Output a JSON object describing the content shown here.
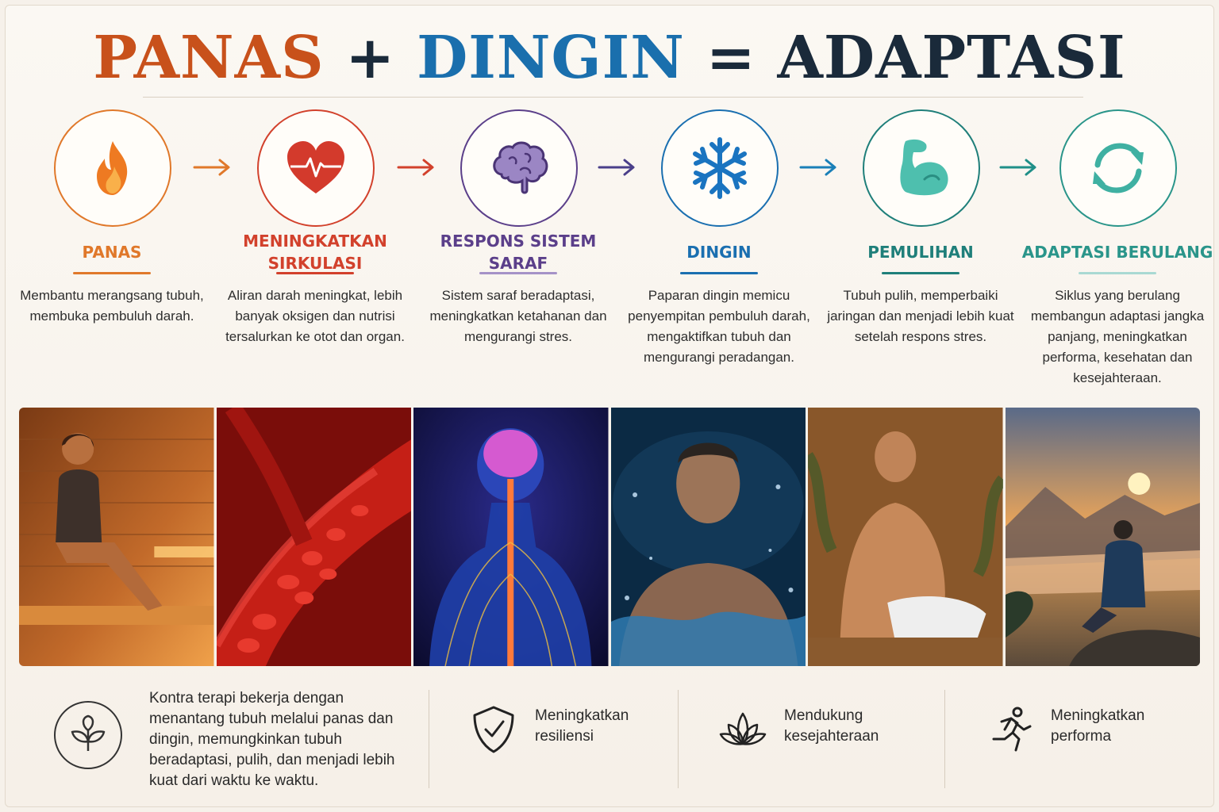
{
  "title": {
    "part1": "PANAS",
    "op1": "+",
    "part2": "DINGIN",
    "op2": "=",
    "part3": "ADAPTASI"
  },
  "colors": {
    "heat": "#c8511b",
    "cold": "#1a6fad",
    "dark": "#1a2a3a"
  },
  "steps": [
    {
      "icon": "flame-icon",
      "color": "#e0782a",
      "title": "PANAS",
      "desc": "Membantu merangsang tubuh, membuka pembuluh darah."
    },
    {
      "icon": "heart-pulse-icon",
      "color": "#d2412c",
      "title": "MENINGKATKAN SIRKULASI",
      "desc": "Aliran darah meningkat, lebih banyak oksigen dan nutrisi tersalurkan ke otot dan organ."
    },
    {
      "icon": "brain-icon",
      "color": "#5b3f8a",
      "title": "RESPONS SISTEM SARAF",
      "desc": "Sistem saraf beradaptasi, meningkatkan ketahanan dan mengurangi stres."
    },
    {
      "icon": "snowflake-icon",
      "color": "#1a6fb0",
      "title": "DINGIN",
      "desc": "Paparan dingin memicu penyempitan pembuluh darah, mengaktifkan tubuh dan mengurangi peradangan."
    },
    {
      "icon": "muscle-arm-icon",
      "color": "#1f7f7a",
      "title": "PEMULIHAN",
      "desc": "Tubuh pulih, memperbaiki jaringan dan menjadi lebih kuat setelah respons stres."
    },
    {
      "icon": "cycle-arrows-icon",
      "color": "#2a958a",
      "title": "ADAPTASI BERULANG",
      "desc": "Siklus yang berulang membangun adaptasi jangka panjang, meningkatkan performa, kesehatan dan kesejahteraan."
    }
  ],
  "photos": [
    "sauna-woman-photo",
    "blood-vessel-photo",
    "nervous-system-photo",
    "cold-water-man-photo",
    "recovery-man-photo",
    "mountain-sunrise-photo"
  ],
  "bottom": {
    "intro_icon": "leaf-icon",
    "intro": "Kontra terapi bekerja dengan menantang tubuh melalui panas dan dingin, memungkinkan tubuh beradaptasi, pulih, dan menjadi lebih kuat dari waktu ke waktu.",
    "benefits": [
      {
        "icon": "shield-check-icon",
        "label": "Meningkatkan resiliensi"
      },
      {
        "icon": "lotus-icon",
        "label": "Mendukung kesejahteraan"
      },
      {
        "icon": "runner-icon",
        "label": "Meningkatkan performa"
      }
    ]
  }
}
